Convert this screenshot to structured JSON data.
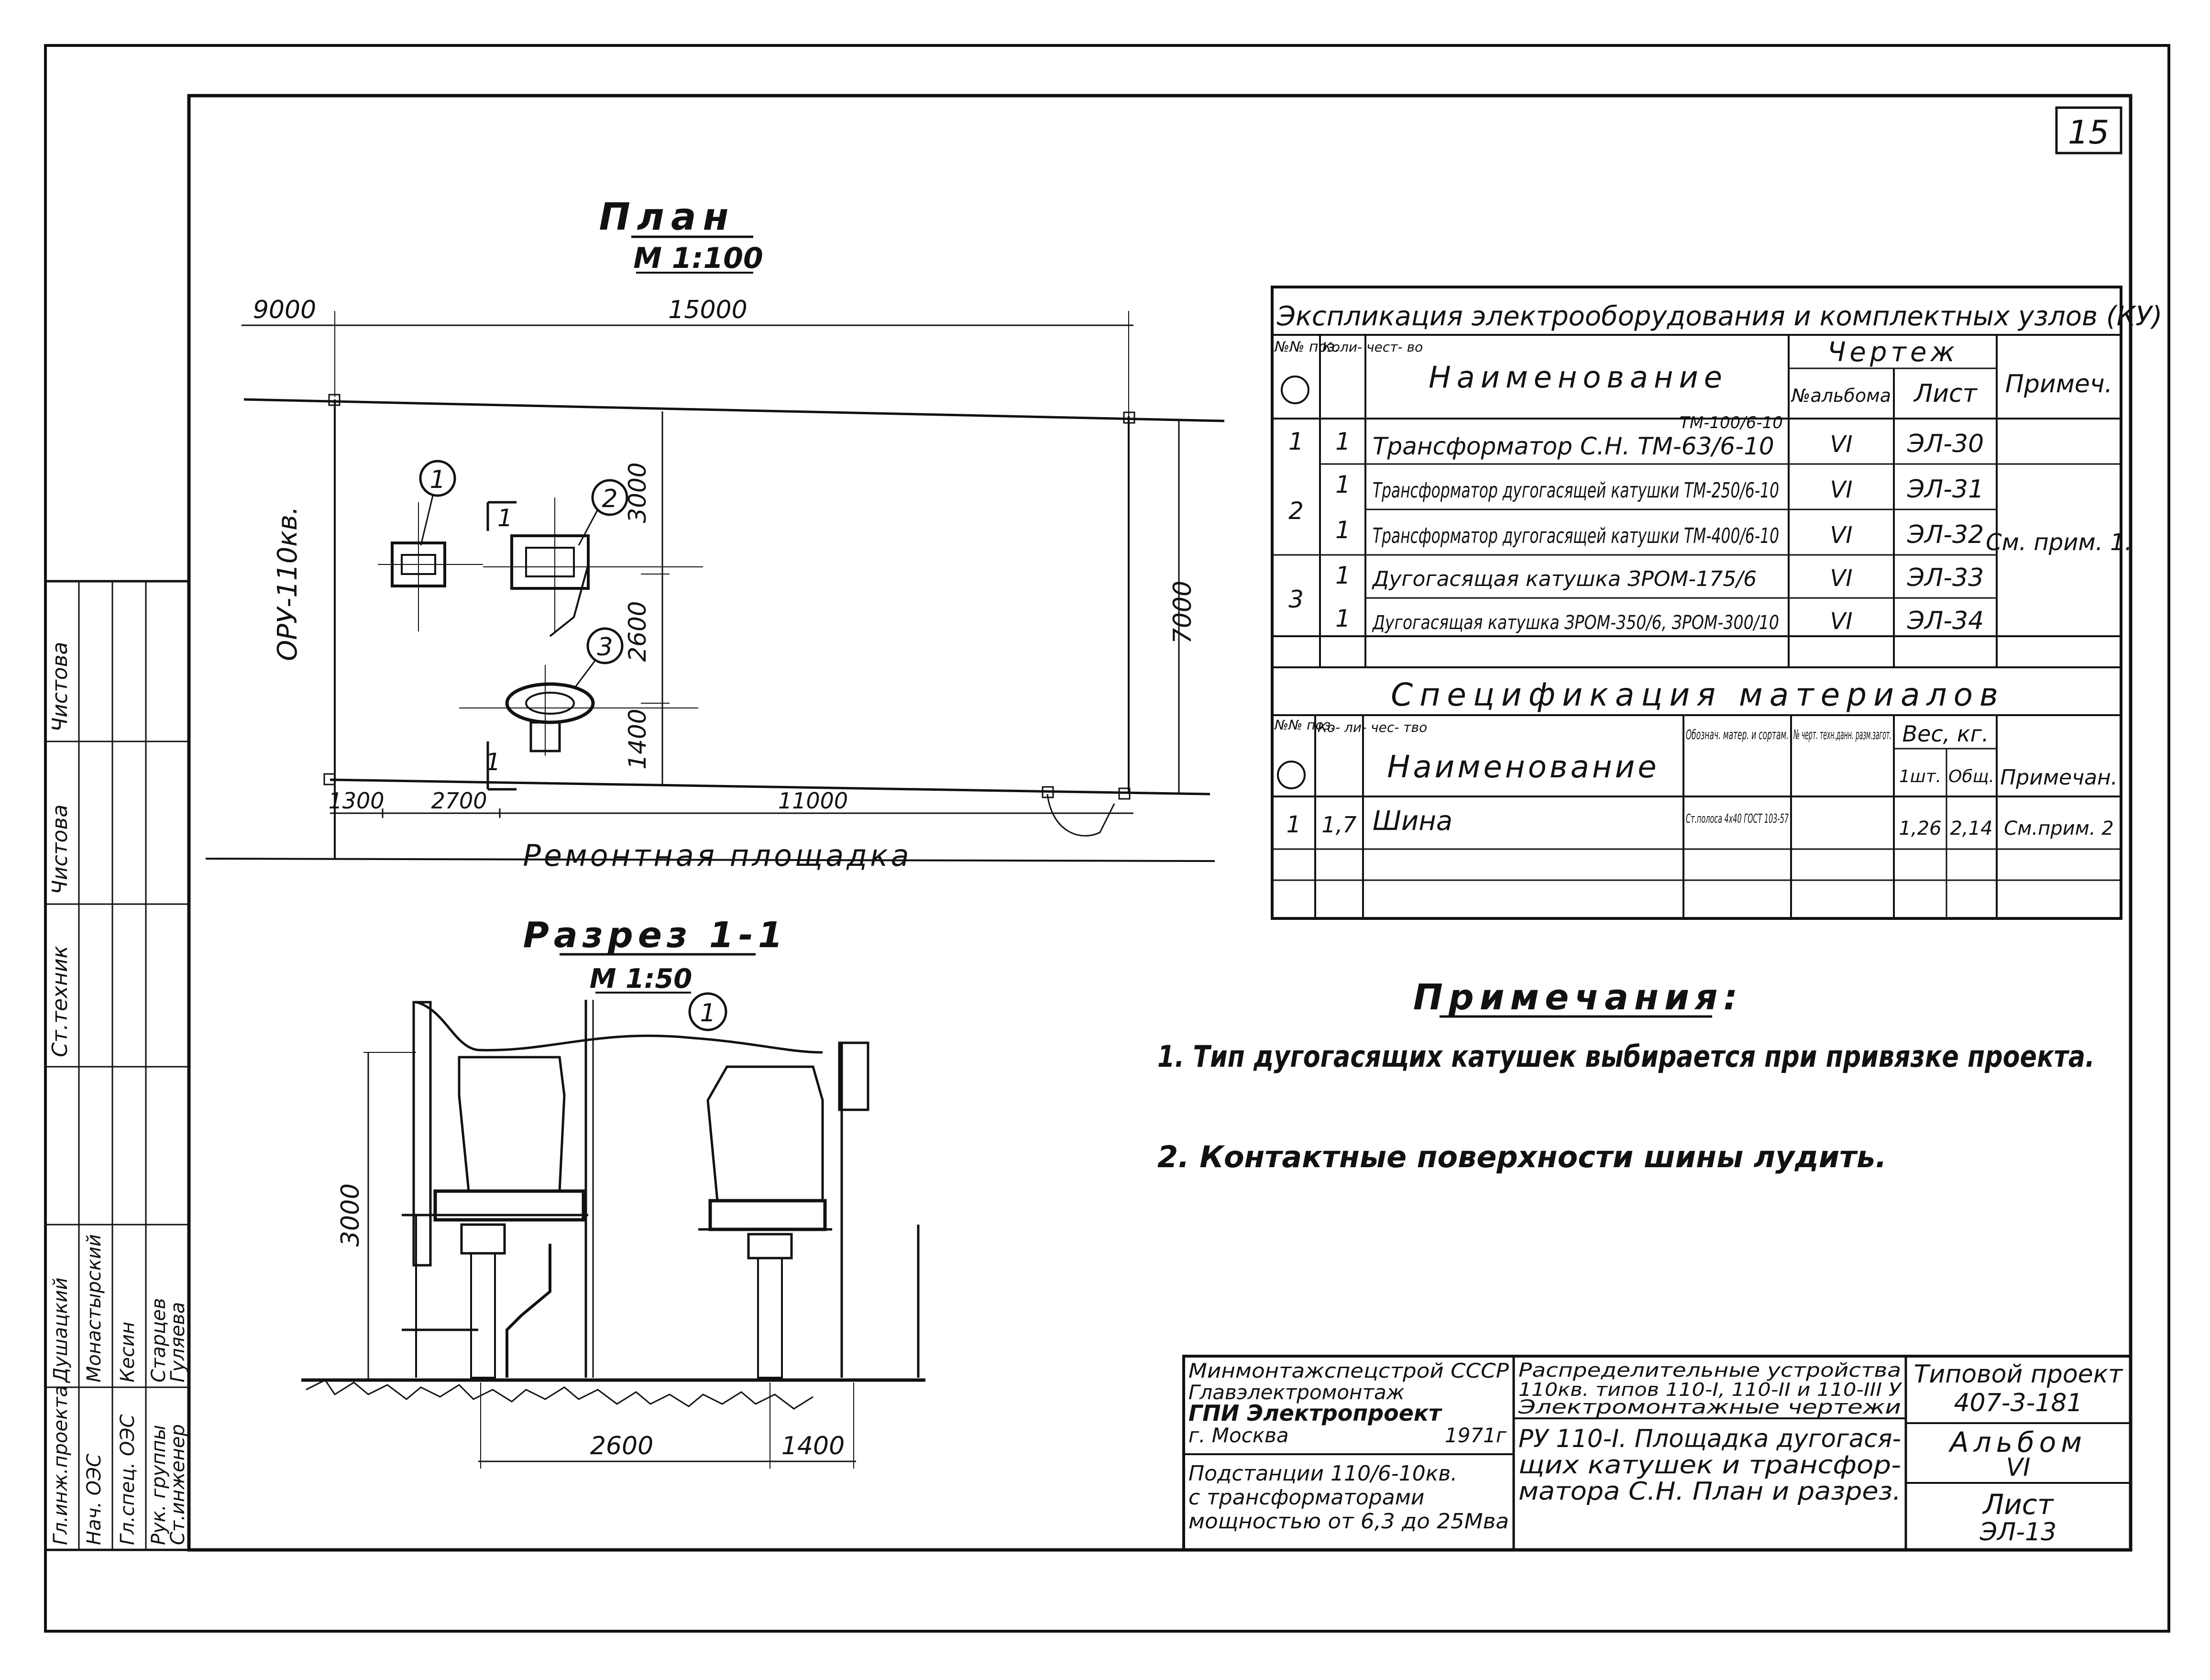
{
  "sheet": {
    "number": "15"
  },
  "plan": {
    "title": "План",
    "scale": "М 1:100",
    "dims": {
      "d9000": "9000",
      "d15000": "15000",
      "d3000": "3000",
      "d2600": "2600",
      "d1400": "1400",
      "d7000": "7000",
      "d1300": "1300",
      "d2700": "2700",
      "d11000": "11000"
    },
    "ору": "ОРУ-110кв.",
    "repair": "Ремонтная площадка",
    "section_mark": "1",
    "callouts": [
      "1",
      "2",
      "3"
    ]
  },
  "section": {
    "title": "Разрез 1-1",
    "scale": "М 1:50",
    "callout": "1",
    "dims": {
      "d3000": "3000",
      "d2600": "2600",
      "d1400": "1400"
    }
  },
  "explication": {
    "title": "Экспликация электрооборудования и комплектных узлов (КУ)",
    "headers": {
      "pos": "№№ поз.",
      "qty": "Коли- чест- во",
      "name": "Наименование",
      "drawing": "Чертеж",
      "album": "№альбома",
      "sheet": "Лист",
      "note": "Примеч."
    },
    "rows": [
      {
        "pos": "1",
        "qty": "1",
        "name": "Трансформатор С.Н. ТМ-63/6-10",
        "name_top": "ТМ-100/6-10",
        "album": "VI",
        "sheet": "ЭЛ-30"
      },
      {
        "pos": "2",
        "qty": "1",
        "name": "Трансформатор дугогасящей катушки ТМ-250/6-10",
        "album": "VI",
        "sheet": "ЭЛ-31"
      },
      {
        "pos": "",
        "qty": "1",
        "name": "Трансформатор дугогасящей катушки ТМ-400/6-10",
        "album": "VI",
        "sheet": "ЭЛ-32"
      },
      {
        "pos": "3",
        "qty": "1",
        "name": "Дугогасящая катушка ЗРОМ-175/6",
        "album": "VI",
        "sheet": "ЭЛ-33"
      },
      {
        "pos": "",
        "qty": "1",
        "name": "Дугогасящая катушка ЗРОМ-350/6, ЗРОМ-300/10",
        "album": "VI",
        "sheet": "ЭЛ-34"
      }
    ],
    "note": "См. прим. 1."
  },
  "specification": {
    "title": "Спецификация материалов",
    "headers": {
      "pos": "№№ поз.",
      "qty": "Ко- ли- чес- тво",
      "name": "Наименование",
      "designation": "Обознач. матер. и сортам.",
      "drawing_no": "№ черт. техн.данн. разм.загот.",
      "weight": "Вес, кг.",
      "unit": "1шт.",
      "total": "Общ.",
      "note": "Примечан."
    },
    "rows": [
      {
        "pos": "1",
        "qty": "1,7",
        "name": "Шина",
        "designation": "Ст.полоса 4х40 ГОСТ 103-57",
        "drawing_no": "",
        "unit": "1,26",
        "total": "2,14",
        "note": "См.прим. 2"
      }
    ]
  },
  "notes": {
    "title": "Примечания:",
    "items": [
      "1. Тип дугогасящих катушек выбирается при привязке проекта.",
      "2. Контактные поверхности шины лудить."
    ]
  },
  "stamp": {
    "org": [
      "Минмонтажспецстрой СССР",
      "Главэлектромонтаж",
      "ГПИ Электропроект",
      "г. Москва"
    ],
    "year": "1971г",
    "subject": [
      "Подстанции 110/6-10кв.",
      "с трансформаторами",
      "мощностью от 6,3 до 25Мва"
    ],
    "work": [
      "Распределительные устройства",
      "110кв. типов 110-I, 110-II и 110-III У",
      "Электромонтажные чертежи"
    ],
    "sheet_title": [
      "РУ 110-I. Площадка дугогася-",
      "щих катушек и трансфор-",
      "матора С.Н. План и разрез."
    ],
    "project_label": "Типовой проект",
    "project_no": "407-3-181",
    "album_label": "Альбом",
    "album_no": "VI",
    "sheet_label": "Лист",
    "sheet_no": "ЭЛ-13"
  },
  "side_stamp": {
    "roles": [
      "Гл.инж.проекта",
      "Нач. ОЭС",
      "Гл.спец. ОЭС",
      "Рук. группы",
      "Ст.инженер"
    ],
    "names": [
      "Душацкий",
      "Монастырский",
      "Кесин",
      "Старцев",
      "Гуляева"
    ],
    "cols": [
      "Ст.техник",
      "Чистова",
      "Чистова"
    ]
  }
}
